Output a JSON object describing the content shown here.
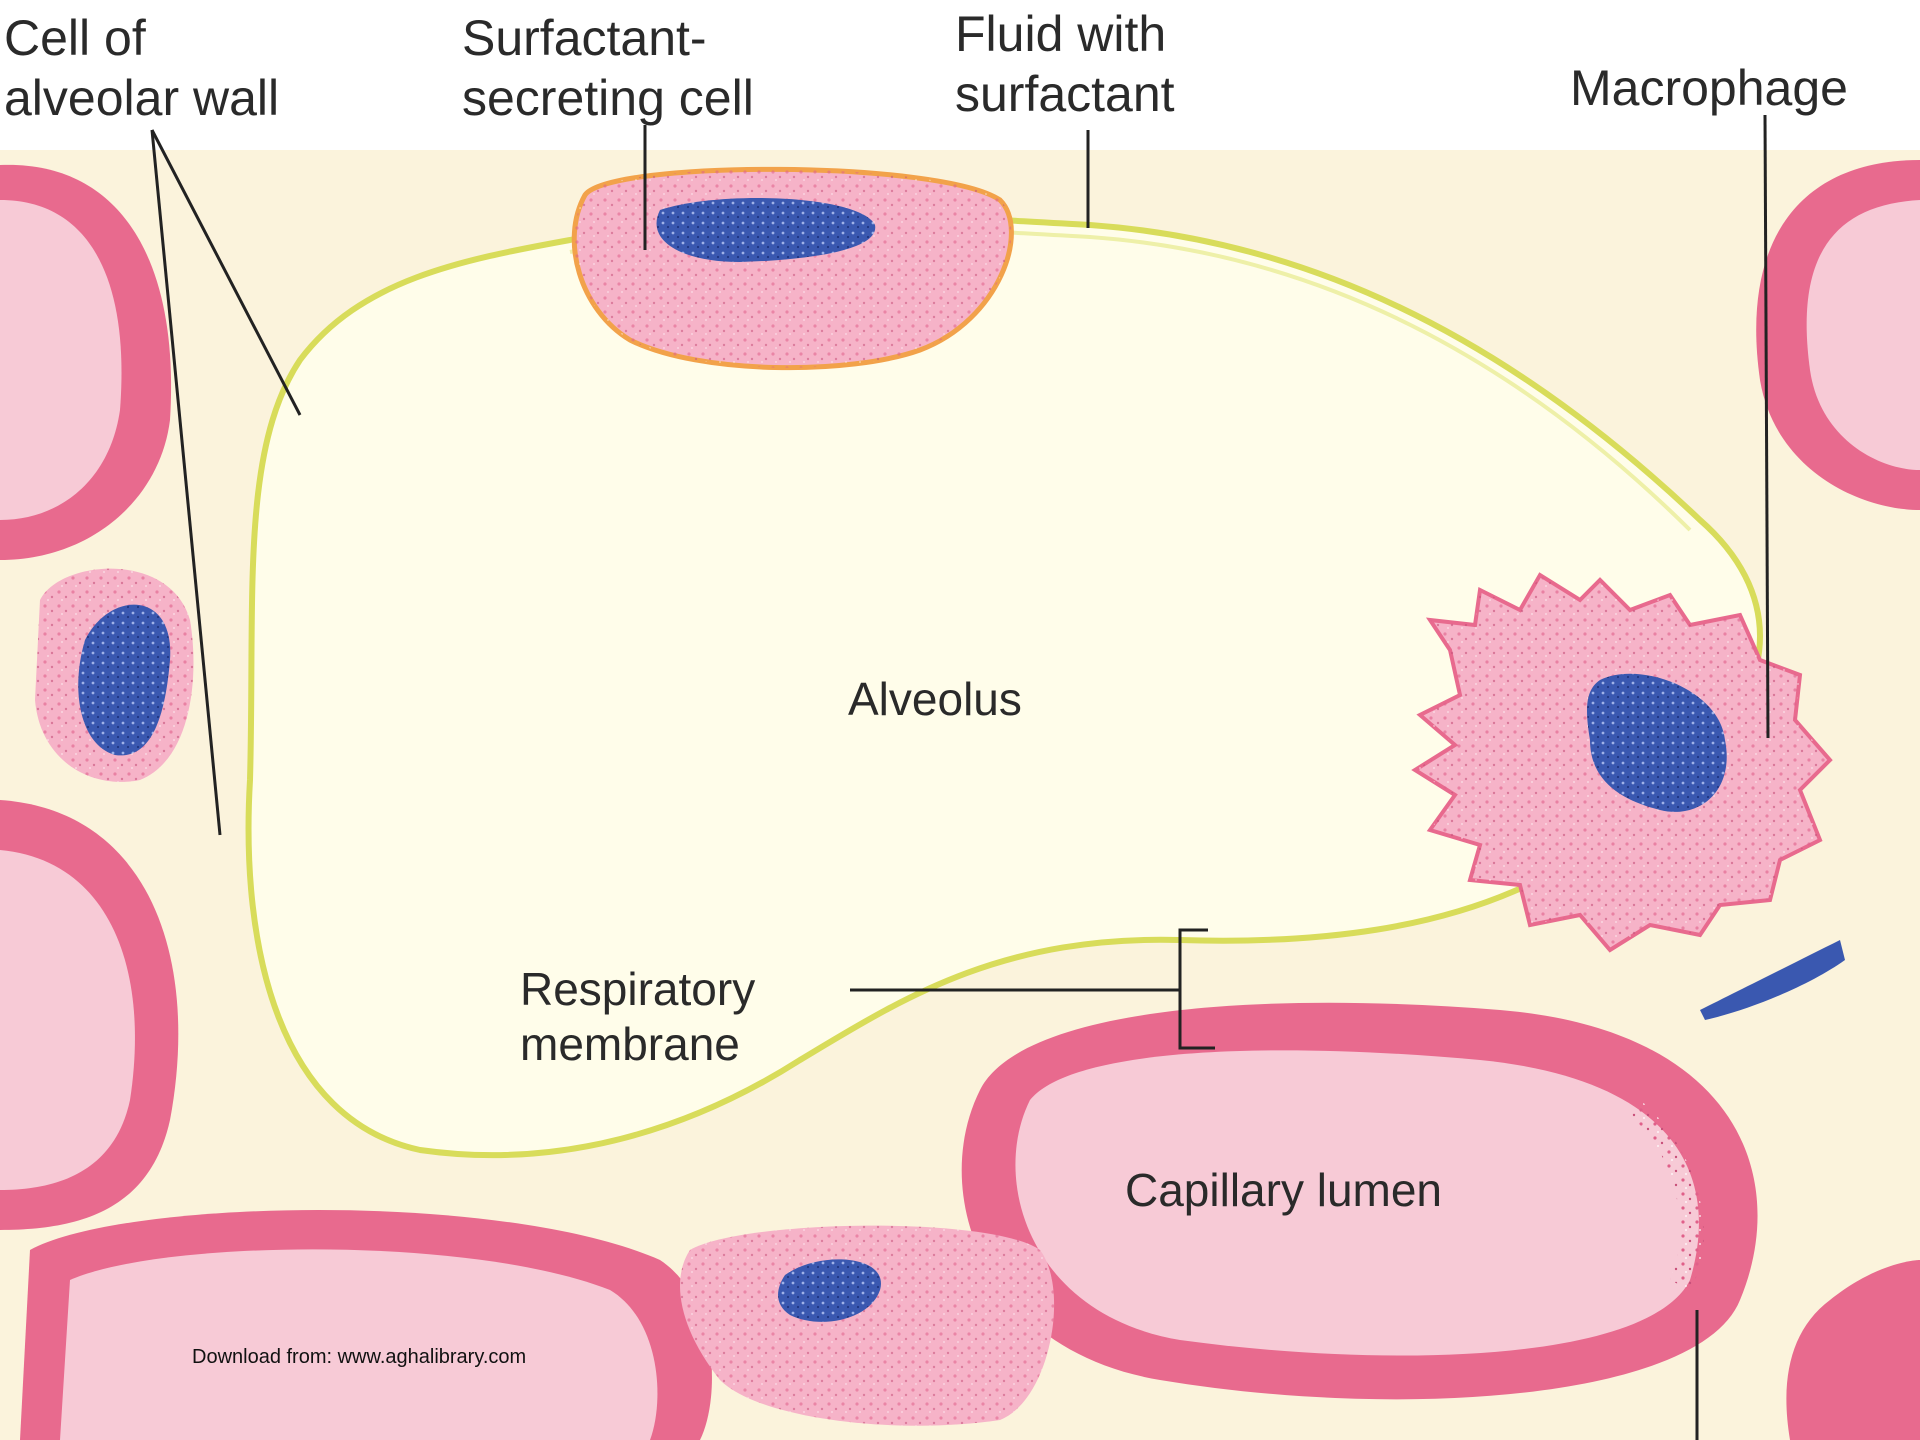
{
  "labels": {
    "cell_of_alveolar_wall": [
      "Cell of",
      "alveolar wall"
    ],
    "surfactant_secreting_cell": [
      "Surfactant-",
      "secreting cell"
    ],
    "fluid_with_surfactant": [
      "Fluid with",
      "surfactant"
    ],
    "macrophage": "Macrophage",
    "alveolus": "Alveolus",
    "respiratory_membrane": [
      "Respiratory",
      "membrane"
    ],
    "capillary_lumen": "Capillary lumen"
  },
  "footer": {
    "source": "Download from: www.aghalibrary.com"
  },
  "colors": {
    "capillary_wall": "#e86a8e",
    "capillary_lumen": "#f7cad6",
    "interstitium": "#fbf4dc",
    "alveolus": "#fffdea",
    "surfactant_line": "#d8dc5a",
    "nucleus": "#3a58b0",
    "cell_cytoplasm": "#f6b3c8",
    "leader_line": "#222222"
  }
}
